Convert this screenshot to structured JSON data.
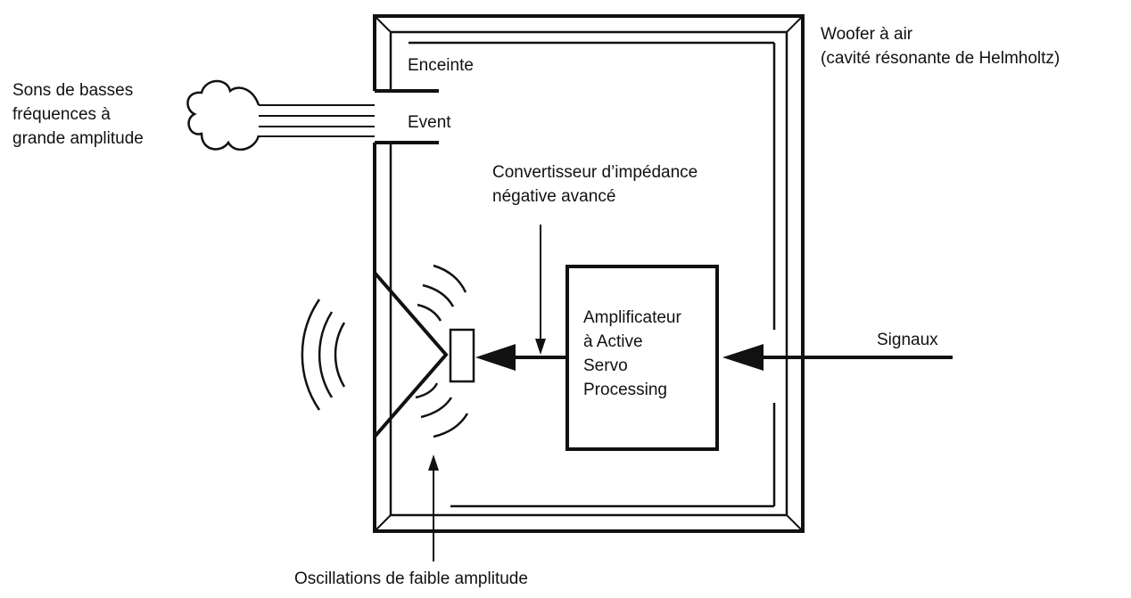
{
  "labels": {
    "woofer": [
      "Woofer à air",
      "(cavité résonante de Helmholtz)"
    ],
    "enclosure": "Enceinte",
    "vent": "Event",
    "bass_sounds": [
      "Sons de basses",
      "fréquences à",
      "grande amplitude"
    ],
    "converter": [
      "Convertisseur d’impédance",
      "négative avancé"
    ],
    "amplifier": [
      "Amplificateur",
      "à Active",
      "Servo",
      "Processing"
    ],
    "signals": "Signaux",
    "oscillations": "Oscillations de faible amplitude"
  }
}
